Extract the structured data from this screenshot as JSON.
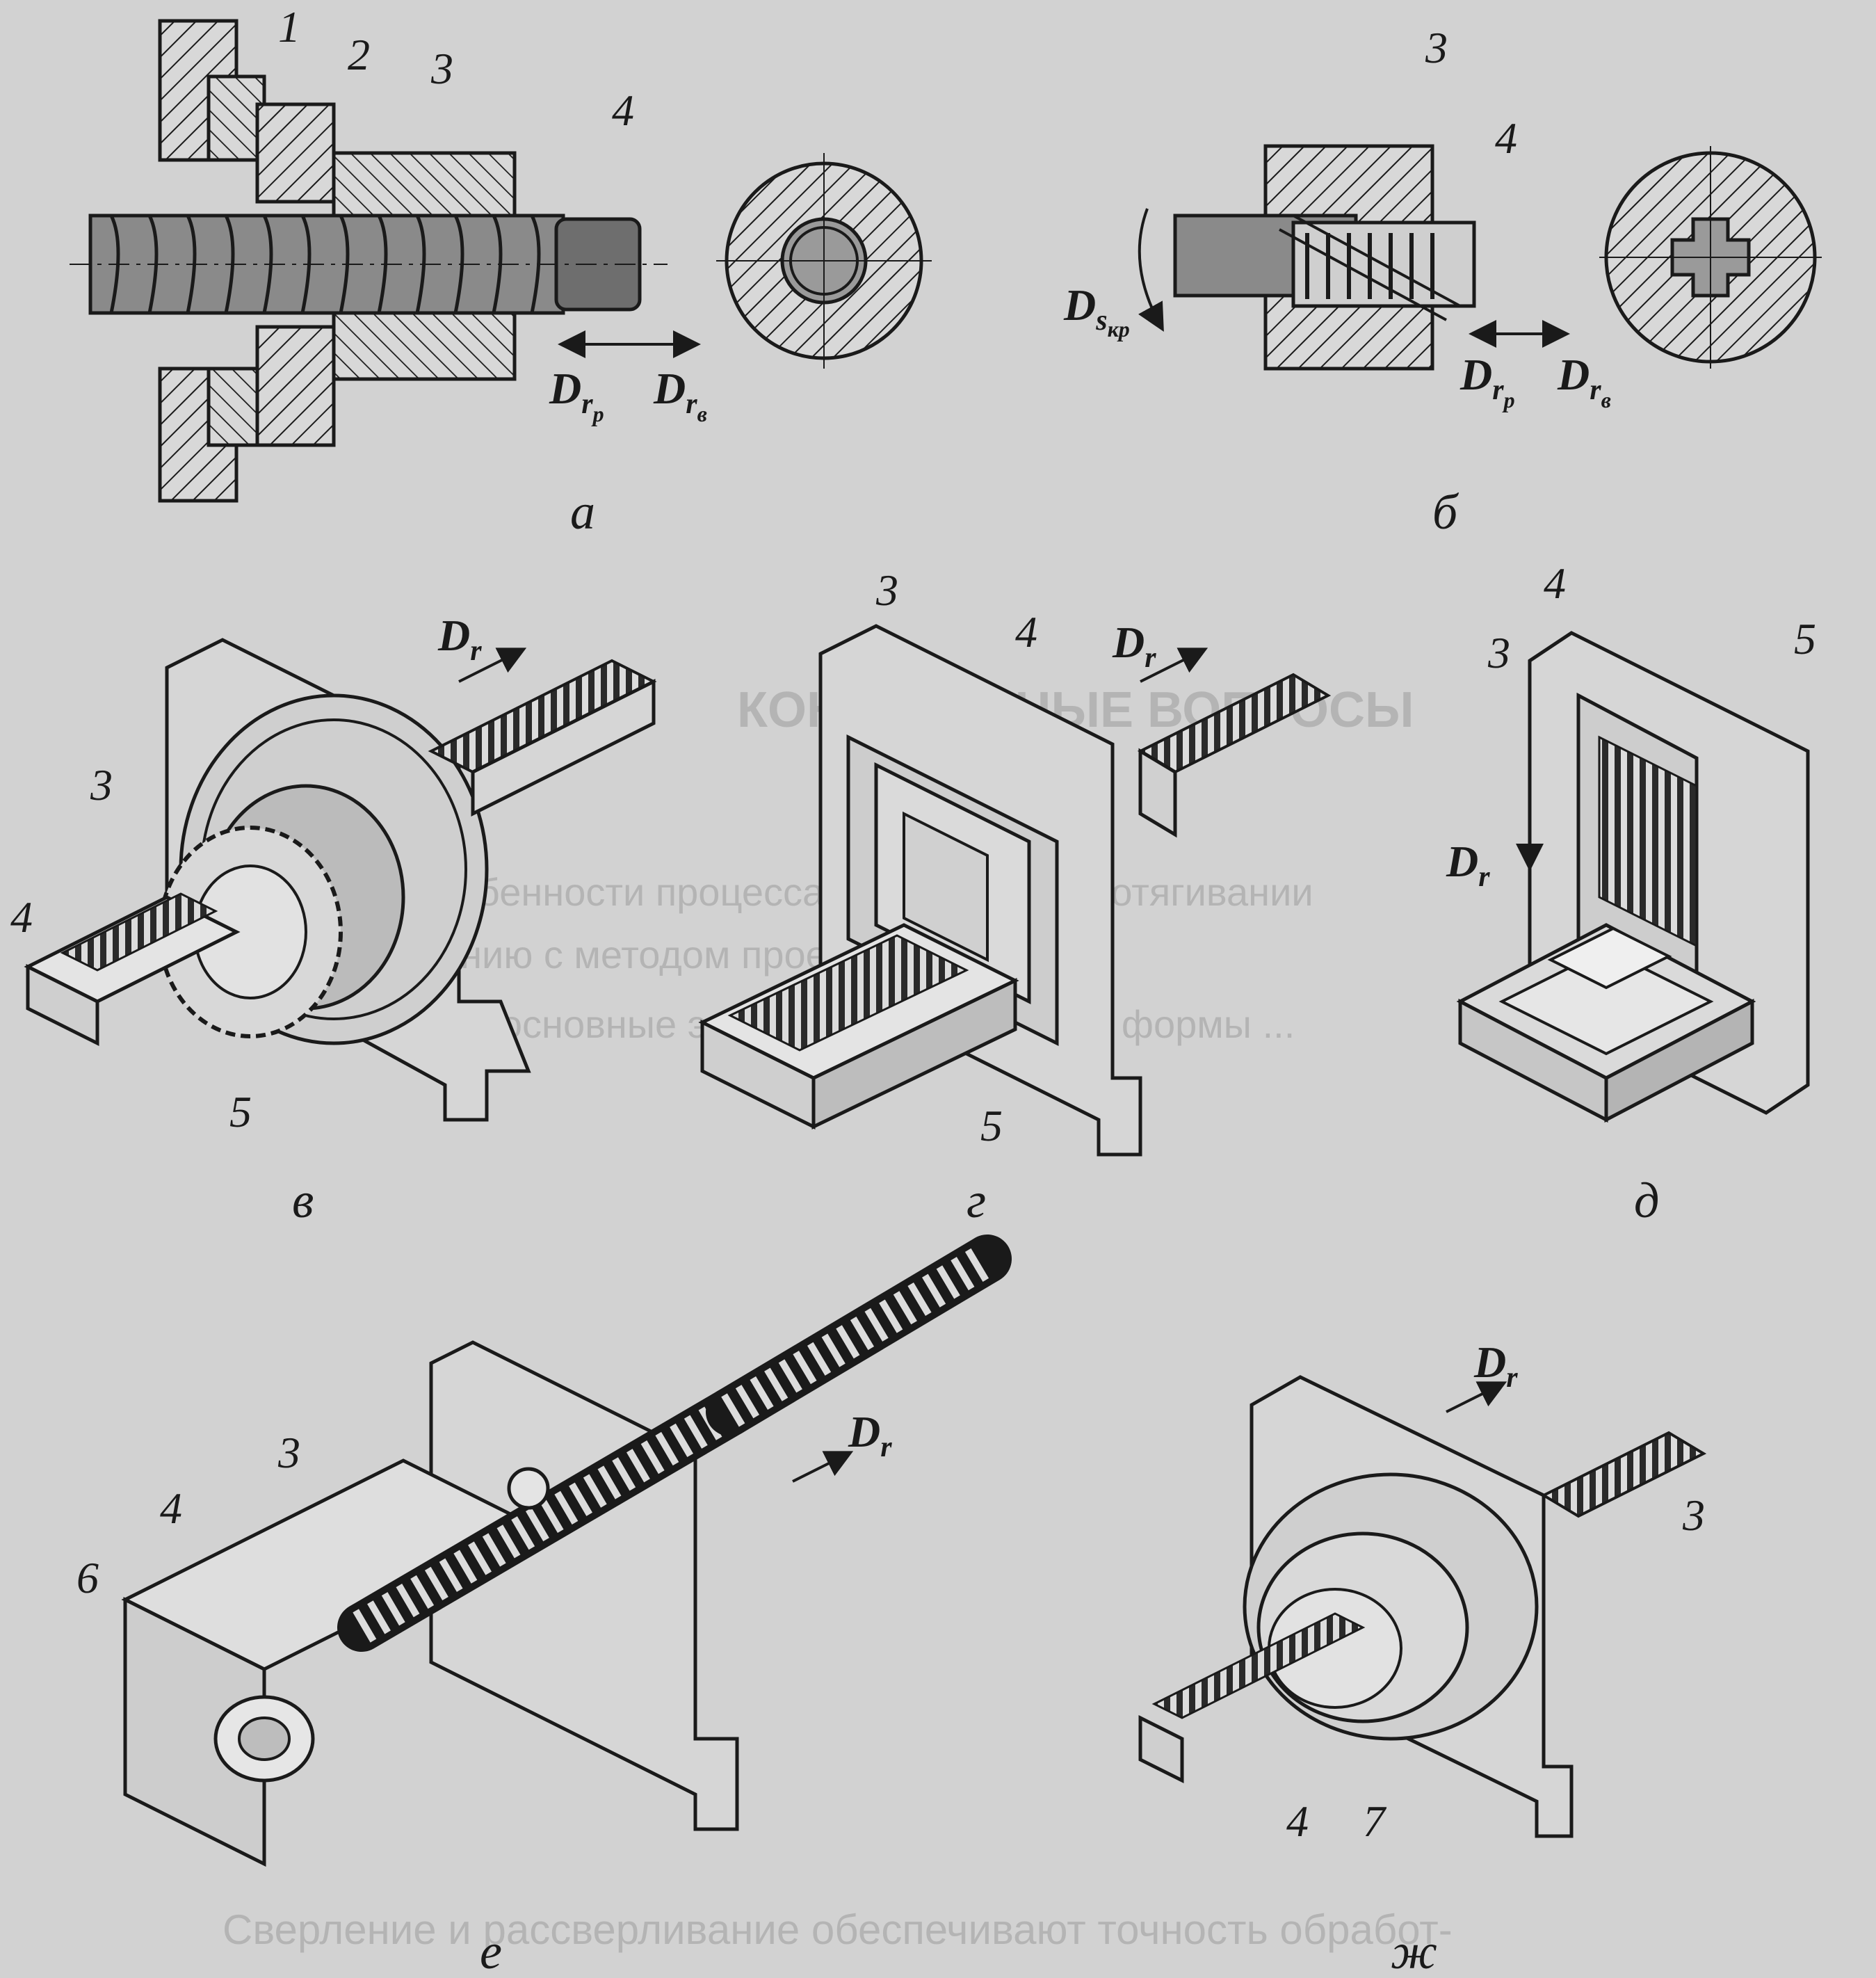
{
  "figure": {
    "panel_labels": {
      "a": "а",
      "b": "б",
      "v": "в",
      "g": "г",
      "d": "д",
      "e": "е",
      "zh": "ж"
    },
    "callout_numbers": [
      "1",
      "2",
      "3",
      "4",
      "5",
      "6",
      "7"
    ],
    "motion_labels": {
      "Dr": "D",
      "r_sub": "r",
      "rp_sub": "р",
      "rv_sub": "в",
      "Ds": "D",
      "s_sub": "s",
      "kr_sub": "кр"
    }
  },
  "bleed_text": {
    "line1": "Какоы особенности процесса резание при протягивании",
    "line2": "сравнению с методом проек?",
    "line3": "Назовите основные элементы и параметры формы ...",
    "line4": "КОНТРОЛЬНЫЕ ВОПРОСЫ",
    "line5": "Сверление и рассверливание обеспечивают точность обработ-"
  },
  "colors": {
    "background": "#d2d2d2",
    "ink": "#1a1a1a",
    "dark_fill": "#3c3c3c",
    "mid_fill": "#8a8a8a"
  }
}
